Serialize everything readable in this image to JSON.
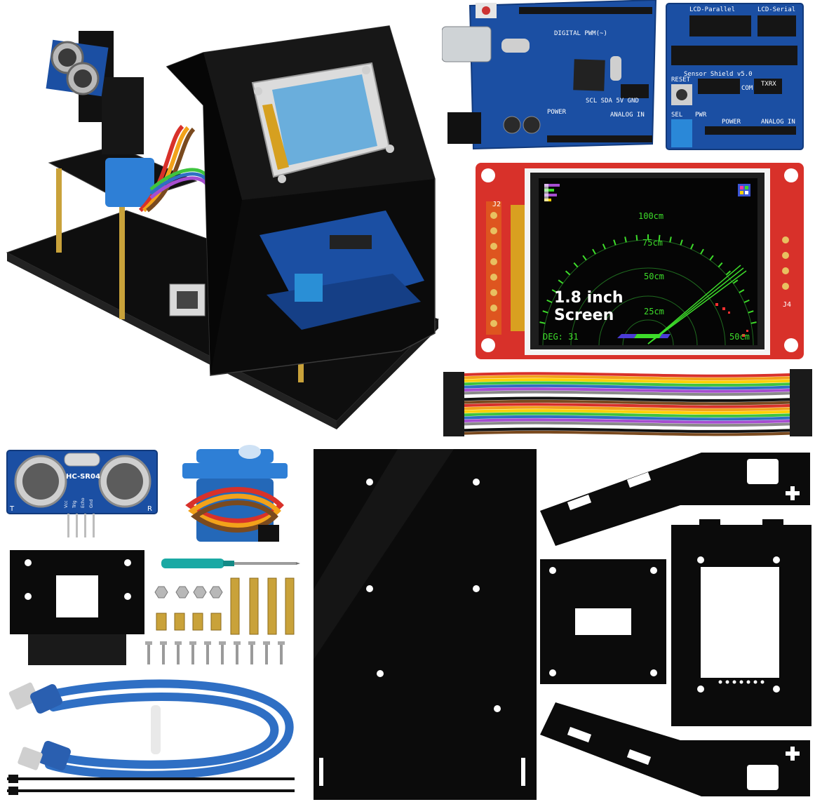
{
  "uno_board": {
    "text_digital": "DIGITAL PWM(~)",
    "text_power": "POWER",
    "text_analog": "ANALOG IN",
    "text_pins": "SCL SDA 5V GND"
  },
  "sensor_shield": {
    "text_lcd_parallel": "LCD-Parallel",
    "text_lcd_serial": "LCD-Serial",
    "text_title": "Sensor Shield v5.0",
    "text_reset": "RESET",
    "text_power": "POWER",
    "text_analog": "ANALOG IN",
    "text_pwr": "PWR",
    "text_sel": "SEL",
    "text_com": "COM",
    "text_txrx": "TXRX"
  },
  "lcd_module": {
    "label_j2": "J2",
    "label_j4": "J4",
    "radar": {
      "ring_labels": [
        "100cm",
        "75cm",
        "50cm",
        "25cm"
      ],
      "deg_readout": "DEG: 31",
      "distance_readout": "50cm"
    },
    "callout_line1": "1.8 inch",
    "callout_line2": "Screen"
  },
  "ultrasonic_sensor": {
    "model": "HC-SR04",
    "label_t": "T",
    "label_r": "R",
    "pin_labels": [
      "Vcc",
      "Trig",
      "Echo",
      "Gnd"
    ]
  },
  "colors": {
    "pcb_blue": "#1b4fa3",
    "pcb_red": "#d8312a",
    "acrylic_black": "#0b0b0b",
    "radar_green": "#3ddc2a",
    "screwdriver_teal": "#1aa9a4",
    "usb_cable_blue": "#2f6fc4",
    "servo_blue": "#2e7fd6",
    "brass": "#c9a23a"
  }
}
